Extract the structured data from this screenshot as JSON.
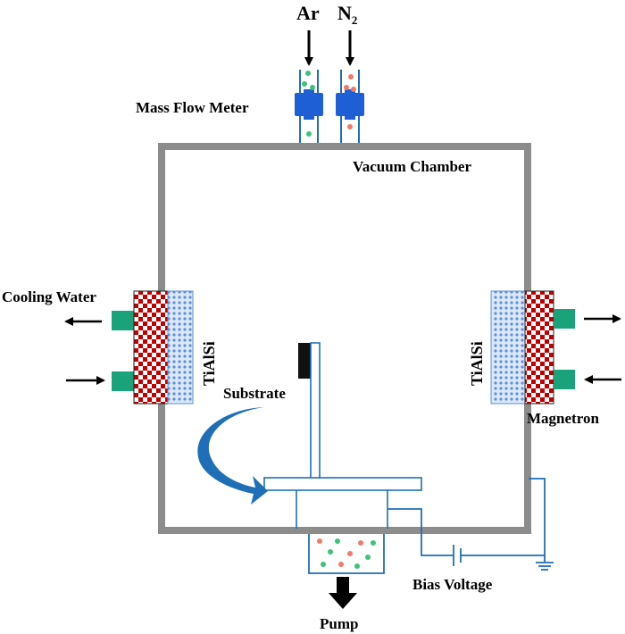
{
  "labels": {
    "ar": "Ar",
    "n2_base": "N",
    "n2_sub": "2",
    "mass_flow_meter": "Mass Flow Meter",
    "vacuum_chamber": "Vacuum Chamber",
    "cooling_water": "Cooling Water",
    "target_left": "TiAlSi",
    "target_right": "TiAlSi",
    "substrate": "Substrate",
    "magnetron": "Magnetron",
    "bias_voltage": "Bias Voltage",
    "pump": "Pump"
  },
  "colors": {
    "chamber": "#8c8c8c",
    "pipe": "#1f6fb8",
    "flow_meter": "#1f5fd6",
    "magnet_red": "#c00000",
    "target_blue": "#5b8fd8",
    "cooling_port": "#1aa37a",
    "argon_particle": "#3cc27a",
    "nitrogen_particle": "#f07a6a",
    "rotation_arrow": "#1f6fb8"
  }
}
